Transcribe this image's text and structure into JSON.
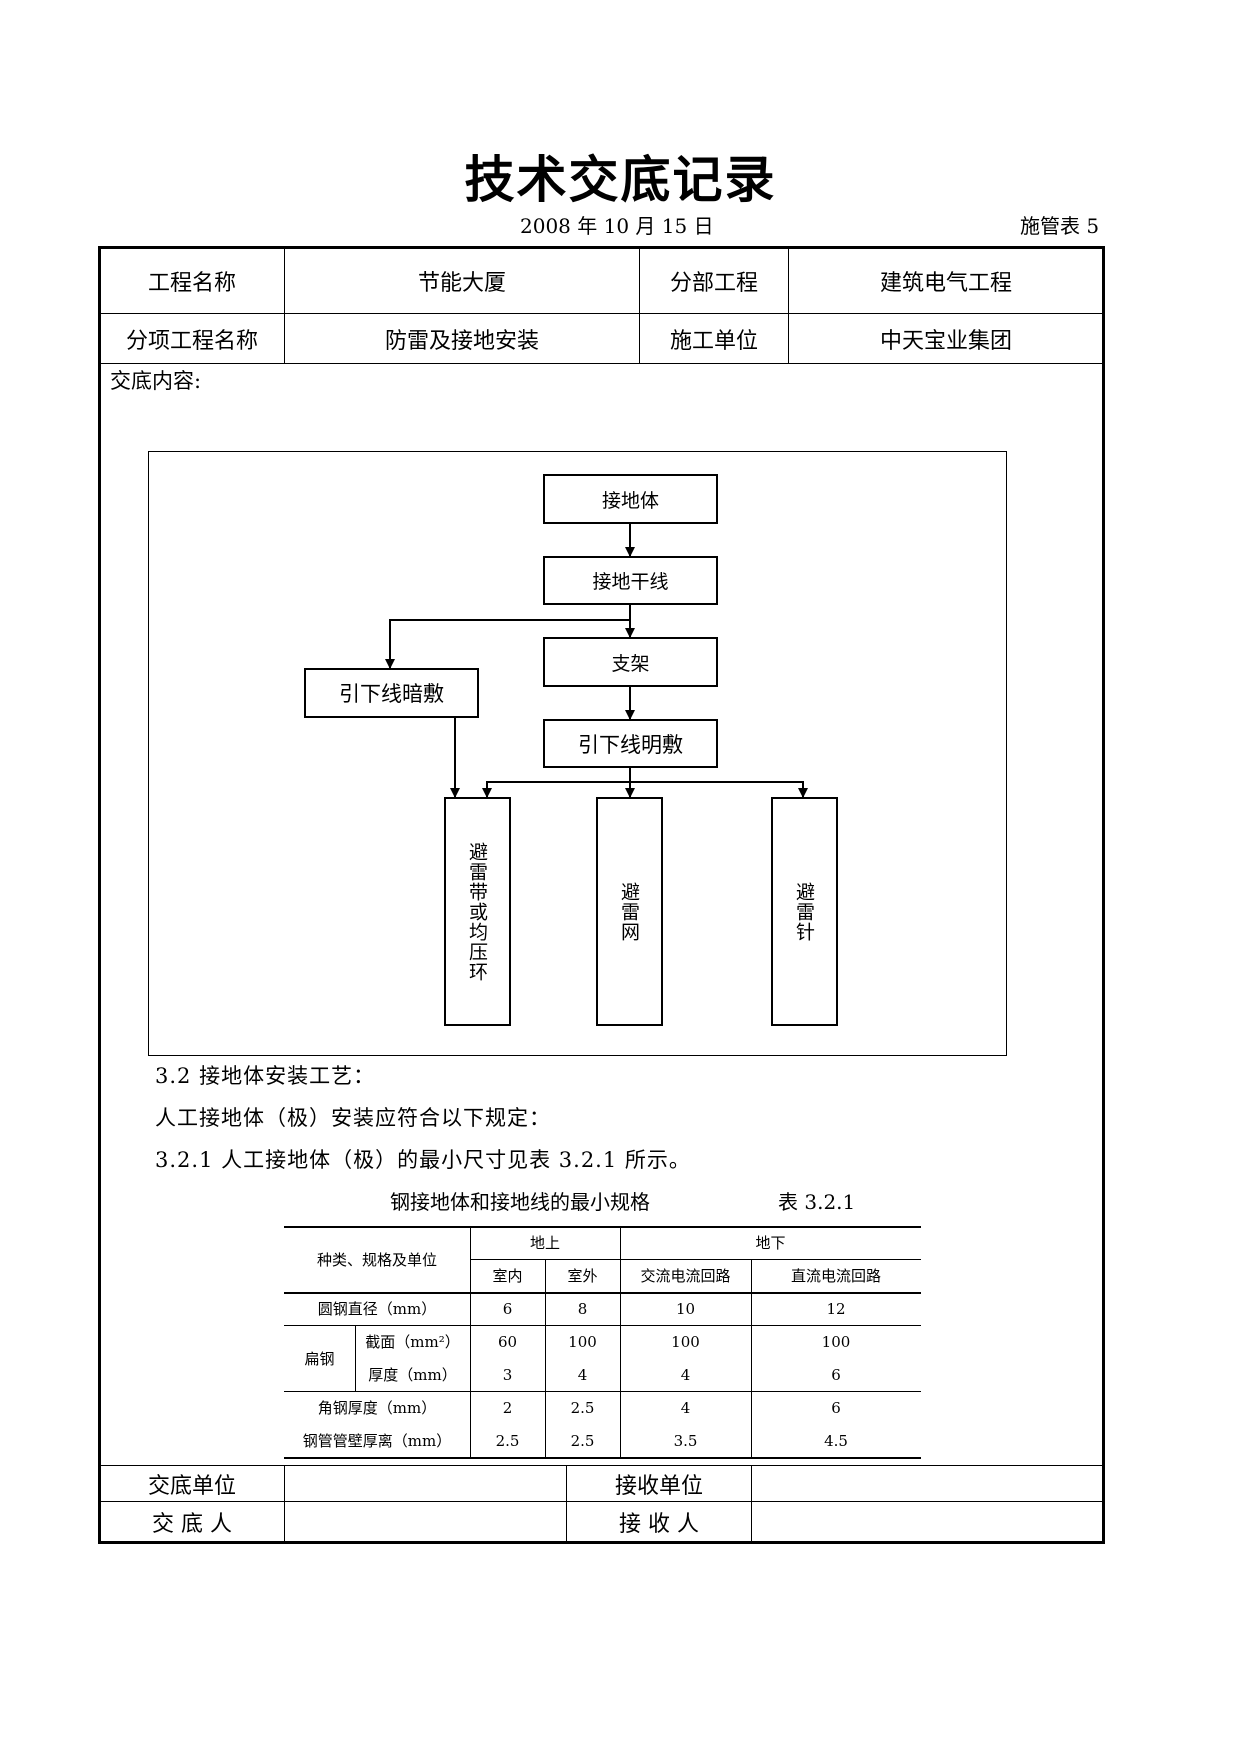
{
  "header": {
    "title": "技术交底记录",
    "date": "2008 年 10 月 15 日",
    "form_no": "施管表 5"
  },
  "info_table": {
    "project_name_label": "工程名称",
    "project_name_value": "节能大厦",
    "division_label": "分部工程",
    "division_value": "建筑电气工程",
    "subitem_label": "分项工程名称",
    "subitem_value": "防雷及接地安装",
    "contractor_label": "施工单位",
    "contractor_value": "中天宝业集团"
  },
  "content_label": "交底内容:",
  "flowchart": {
    "nodes": {
      "grounding_body": "接地体",
      "grounding_trunk": "接地干线",
      "bracket": "支架",
      "downlead_concealed": "引下线暗敷",
      "downlead_exposed": "引下线明敷",
      "lightning_belt": "避雷带或均压环",
      "lightning_net": "避雷网",
      "lightning_rod": "避雷针"
    }
  },
  "paragraphs": {
    "p1": "3.2 接地体安装工艺：",
    "p2": "人工接地体（极）安装应符合以下规定：",
    "p3": "3.2.1 人工接地体（极）的最小尺寸见表 3.2.1 所示。"
  },
  "spec_table": {
    "caption": "钢接地体和接地线的最小规格",
    "table_no": "表 3.2.1",
    "header_kind": "种类、规格及单位",
    "header_above": "地上",
    "header_below": "地下",
    "header_indoor": "室内",
    "header_outdoor": "室外",
    "header_ac": "交流电流回路",
    "header_dc": "直流电流回路",
    "flat_steel_label": "扁钢",
    "rows": [
      {
        "label": "圆钢直径（mm）",
        "indoor": "6",
        "outdoor": "8",
        "ac": "10",
        "dc": "12"
      },
      {
        "label": "截面（mm²）",
        "indoor": "60",
        "outdoor": "100",
        "ac": "100",
        "dc": "100"
      },
      {
        "label": "厚度（mm）",
        "indoor": "3",
        "outdoor": "4",
        "ac": "4",
        "dc": "6"
      },
      {
        "label": "角钢厚度（mm）",
        "indoor": "2",
        "outdoor": "2.5",
        "ac": "4",
        "dc": "6"
      },
      {
        "label": "钢管管壁厚离（mm）",
        "indoor": "2.5",
        "outdoor": "2.5",
        "ac": "3.5",
        "dc": "4.5"
      }
    ]
  },
  "footer": {
    "issuing_unit_label": "交底单位",
    "receiving_unit_label": "接收单位",
    "issuer_label": "交 底 人",
    "receiver_label": "接 收 人"
  }
}
